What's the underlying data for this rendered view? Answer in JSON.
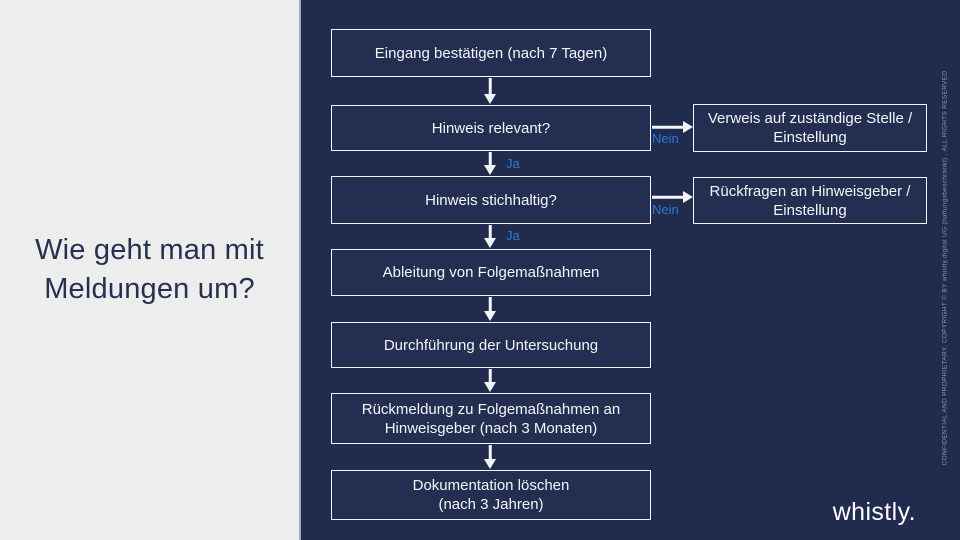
{
  "slide": {
    "title": "Wie geht man mit Meldungen um?",
    "brand": "whistly.",
    "copyright": "CONFIDENTIAL AND PROPRIETARY. COPYRIGHT © BY whistly.digital UG (haftungsbeschränkt) . ALL RIGHTS RESERVED"
  },
  "colors": {
    "navy_background": "#212b4e",
    "panel_gray": "#ededed",
    "box_border_white": "#f3f5f8",
    "edge_label_blue": "#2e79d4",
    "title_navy": "#273050",
    "copyright_gray": "#8d94a6"
  },
  "flow": {
    "nodes": [
      {
        "lines": [
          "Eingang bestätigen (nach 7 Tagen)"
        ]
      },
      {
        "lines": [
          "Hinweis relevant?"
        ]
      },
      {
        "lines": [
          "Hinweis stichhaltig?"
        ]
      },
      {
        "lines": [
          "Ableitung von Folgemaßnahmen"
        ]
      },
      {
        "lines": [
          "Durchführung der Untersuchung"
        ]
      },
      {
        "lines": [
          "Rückmeldung zu Folgemaßnahmen an",
          "Hinweisgeber (nach 3 Monaten)"
        ]
      },
      {
        "lines": [
          "Dokumentation löschen",
          "(nach 3 Jahren)"
        ]
      }
    ],
    "side_nodes": [
      {
        "lines": [
          "Verweis auf zuständige Stelle /",
          "Einstellung"
        ]
      },
      {
        "lines": [
          "Rückfragen an Hinweisgeber /",
          "Einstellung"
        ]
      }
    ],
    "edge_labels": {
      "yes": "Ja",
      "no": "Nein"
    }
  }
}
